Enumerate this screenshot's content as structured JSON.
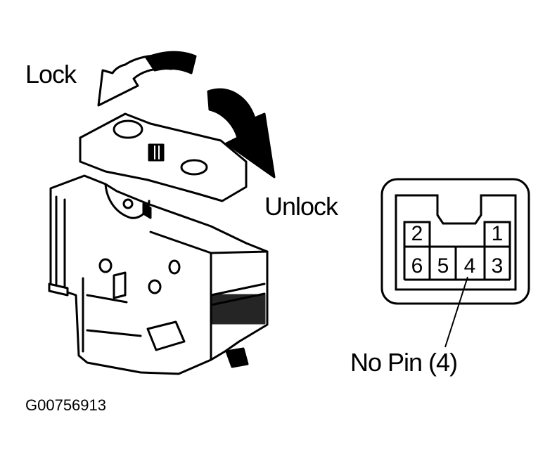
{
  "labels": {
    "lock": "Lock",
    "unlock": "Unlock",
    "no_pin": "No Pin (4)",
    "figure_id": "G00756913"
  },
  "connector": {
    "top_row": [
      "2",
      "1"
    ],
    "bottom_row": [
      "6",
      "5",
      "4",
      "3"
    ]
  },
  "colors": {
    "ink": "#000000",
    "paper": "#ffffff"
  }
}
